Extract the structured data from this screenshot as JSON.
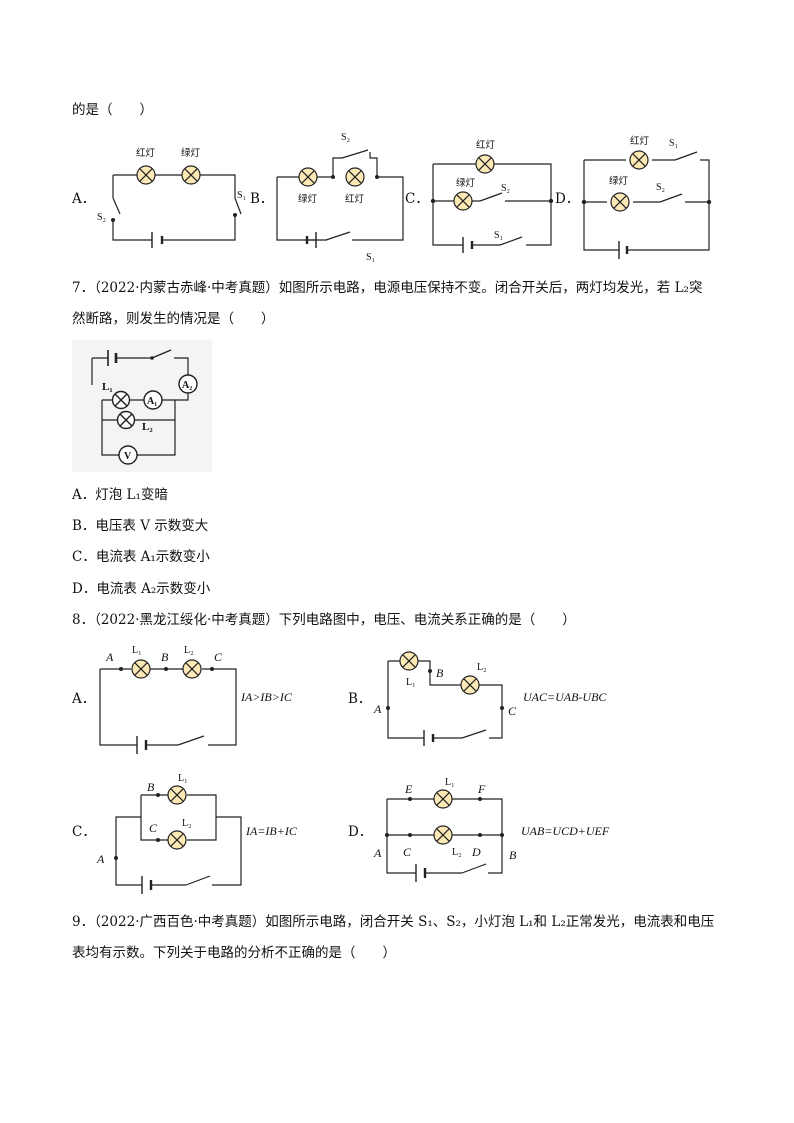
{
  "q6": {
    "tail": "的是（　　）",
    "options": {
      "A": {
        "label": "A．",
        "lamp1": "红灯",
        "lamp2": "绿灯",
        "s1": "S₁",
        "s2": "S₂"
      },
      "B": {
        "label": "B．",
        "lamp1": "绿灯",
        "lamp2": "红灯",
        "s1": "S₁",
        "s2": "S₂"
      },
      "C": {
        "label": "C．",
        "lamp1": "红灯",
        "lamp2": "绿灯",
        "s1": "S₁",
        "s2": "S₂"
      },
      "D": {
        "label": "D．",
        "lamp1": "红灯",
        "lamp2": "绿灯",
        "s1": "S₁",
        "s2": "S₂"
      }
    }
  },
  "q7": {
    "line1": "7．（2022·内蒙古赤峰·中考真题）如图所示电路，电源电压保持不变。闭合开关后，两灯均发光，若 L₂突",
    "line2": "然断路，则发生的情况是（　　）",
    "figure": {
      "l1": "L₁",
      "l2": "L₂",
      "a1": "A₁",
      "a2": "A₂",
      "v": "V"
    },
    "options": [
      "A．灯泡 L₁变暗",
      "B．电压表 V 示数变大",
      "C．电流表 A₁示数变小",
      "D．电流表 A₂示数变小"
    ]
  },
  "q8": {
    "line1": "8．（2022·黑龙江绥化·中考真题）下列电路图中，电压、电流关系正确的是（　　）",
    "A": {
      "label": "A．",
      "eq": "IA>IB>IC",
      "pA": "A",
      "pB": "B",
      "pC": "C",
      "l1": "L₁",
      "l2": "L₂"
    },
    "B": {
      "label": "B．",
      "eq": "UAC=UAB-UBC",
      "pA": "A",
      "pB": "B",
      "pC": "C",
      "l1": "L₁",
      "l2": "L₂"
    },
    "C": {
      "label": "C．",
      "eq": "IA=IB+IC",
      "pA": "A",
      "pB": "B",
      "pC": "C",
      "l1": "L₁",
      "l2": "L₂"
    },
    "D": {
      "label": "D．",
      "eq": "UAB=UCD+UEF",
      "pA": "A",
      "pB": "B",
      "pC": "C",
      "pD": "D",
      "pE": "E",
      "pF": "F",
      "l1": "L₁",
      "l2": "L₂"
    }
  },
  "q9": {
    "line1": "9．（2022·广西百色·中考真题）如图所示电路，闭合开关 S₁、S₂，小灯泡 L₁和 L₂正常发光，电流表和电压",
    "line2": "表均有示数。下列关于电路的分析不正确的是（　　）"
  }
}
